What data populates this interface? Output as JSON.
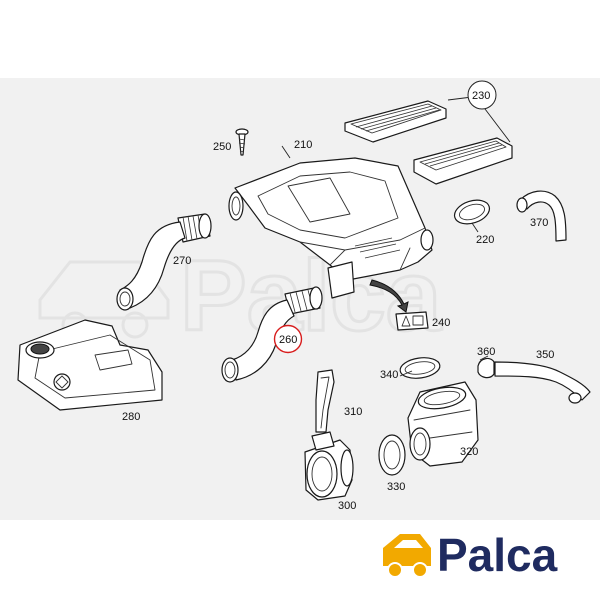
{
  "callouts": {
    "p210": "210",
    "p220": "220",
    "p230": "230",
    "p240": "240",
    "p250": "250",
    "p260": "260",
    "p270": "270",
    "p280": "280",
    "p300": "300",
    "p310": "310",
    "p320": "320",
    "p330": "330",
    "p340": "340",
    "p350": "350",
    "p360": "360",
    "p370": "370"
  },
  "highlight_color": "#d81e1e",
  "watermark": {
    "text": "Palca"
  },
  "logo": {
    "text": "Palca",
    "text_color": "#1f2b60",
    "car_color": "#f2a900"
  }
}
